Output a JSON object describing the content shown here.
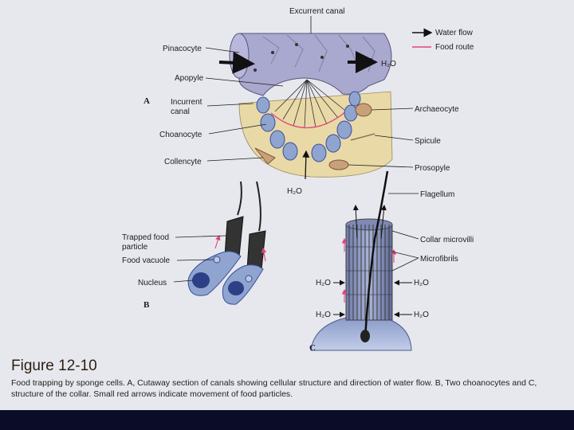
{
  "figure": {
    "title": "Figure 12-10",
    "caption": "Food trapping by sponge cells. A, Cutaway section of canals showing cellular structure and direction of water flow. B, Two choanocytes and C, structure of the collar. Small red arrows indicate movement of food particles."
  },
  "legend": {
    "water_flow": "Water flow",
    "food_route": "Food route"
  },
  "panels": {
    "a": "A",
    "b": "B",
    "c": "C"
  },
  "labels_a": {
    "excurrent_canal": "Excurrent canal",
    "pinacocyte": "Pinacocyte",
    "apopyle": "Apopyle",
    "incurrent_canal_1": "Incurrent",
    "incurrent_canal_2": "canal",
    "choanocyte": "Choanocyte",
    "collencyte": "Collencyte",
    "archaeocyte": "Archaeocyte",
    "spicule": "Spicule",
    "prosopyle": "Prosopyle",
    "h2o_top": "H₂O",
    "h2o_bottom": "H₂O"
  },
  "labels_b": {
    "trapped_food_1": "Trapped food",
    "trapped_food_2": "particle",
    "food_vacuole": "Food vacuole",
    "nucleus": "Nucleus"
  },
  "labels_c": {
    "flagellum": "Flagellum",
    "collar_microvilli": "Collar microvilli",
    "microfibrils": "Microfibrils",
    "h2o_left_upper": "H₂O",
    "h2o_right_upper": "H₂O",
    "h2o_left_lower": "H₂O",
    "h2o_right_lower": "H₂O"
  },
  "colors": {
    "water_flow": "#111111",
    "food_route": "#e0457a",
    "pinacoderm": "#a9a8cf",
    "mesohyl": "#e9d9a6",
    "choanocyte": "#8fa4cf",
    "nucleus": "#3a4d9a"
  }
}
